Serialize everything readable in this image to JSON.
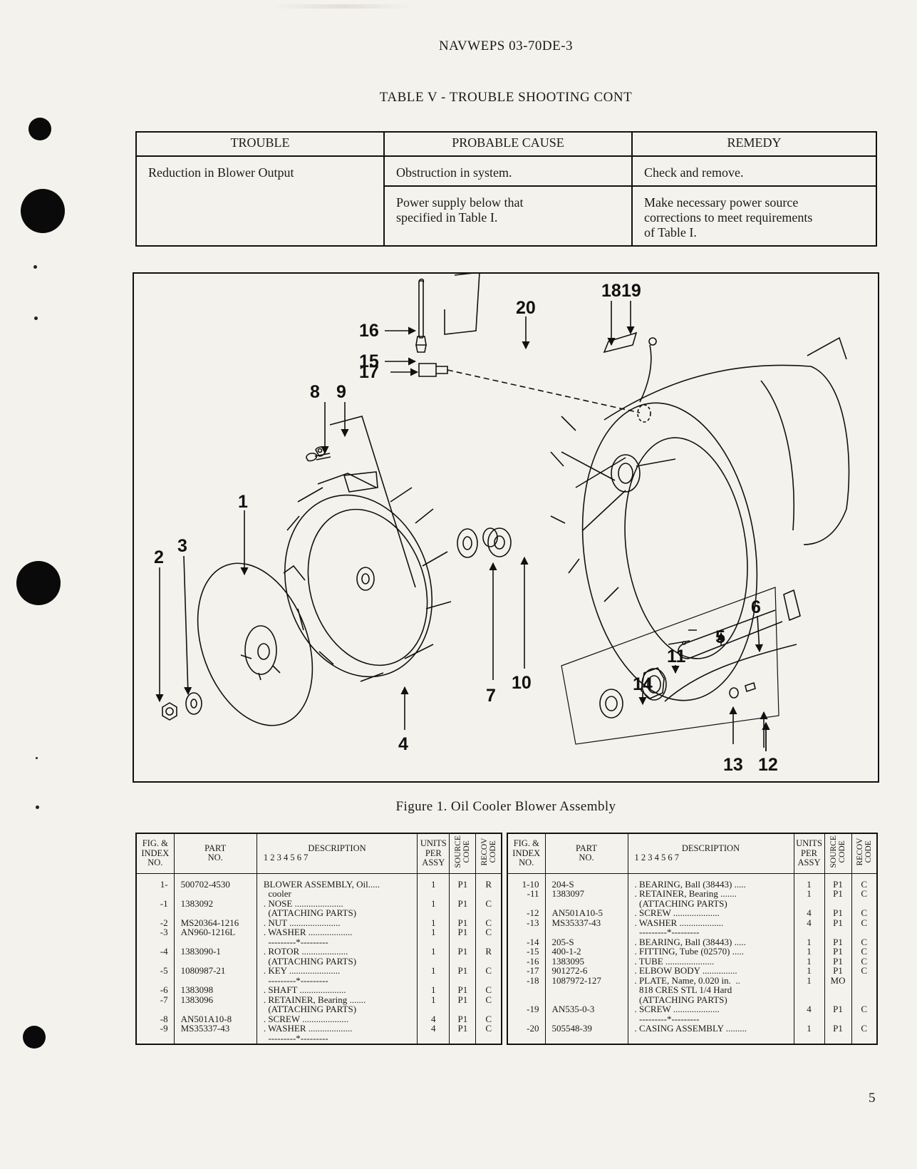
{
  "header": {
    "doc_id": "NAVWEPS 03-70DE-3",
    "table_title": "TABLE V - TROUBLE SHOOTING CONT"
  },
  "trouble_table": {
    "headers": [
      "TROUBLE",
      "PROBABLE CAUSE",
      "REMEDY"
    ],
    "trouble": "Reduction in Blower Output",
    "rows": [
      {
        "cause": "Obstruction in system.",
        "remedy": "Check and remove."
      },
      {
        "cause_lines": [
          "Power supply below that",
          "specified in Table I."
        ],
        "remedy_lines": [
          "Make necessary power source",
          "corrections to meet requirements",
          "of Table I."
        ]
      }
    ]
  },
  "figure": {
    "callouts": [
      "1",
      "2",
      "3",
      "4",
      "5",
      "6",
      "7",
      "8",
      "9",
      "10",
      "11",
      "12",
      "13",
      "14",
      "15",
      "16",
      "17",
      "18",
      "19",
      "20"
    ],
    "caption": "Figure 1.   Oil Cooler Blower Assembly"
  },
  "parts_list": {
    "headers": {
      "fig": [
        "FIG. &",
        "INDEX",
        "NO."
      ],
      "part": [
        "PART",
        "NO."
      ],
      "desc": "DESCRIPTION",
      "desc_cols": "1 2 3 4 5 6 7",
      "units": [
        "UNITS",
        "PER",
        "ASSY"
      ],
      "source": "SOURCE CODE",
      "recov": "RECOV CODE"
    },
    "left": {
      "idx": [
        "1-",
        "",
        "-1",
        "",
        "-2",
        "-3",
        "",
        "-4",
        "",
        "-5",
        "",
        "-6",
        "-7",
        "",
        "-8",
        "-9",
        ""
      ],
      "part": [
        "500702-4530",
        "",
        "1383092",
        "",
        "MS20364-1216",
        "AN960-1216L",
        "",
        "1383090-1",
        "",
        "1080987-21",
        "",
        "1383098",
        "1383096",
        "",
        "AN501A10-8",
        "MS35337-43",
        ""
      ],
      "desc": [
        "BLOWER ASSEMBLY, Oil.....",
        "  cooler",
        ". NOSE .....................",
        "  (ATTACHING PARTS)",
        ". NUT ......................",
        ". WASHER ...................",
        "  ---------*---------",
        ". ROTOR ....................",
        "  (ATTACHING PARTS)",
        ". KEY ......................",
        "  ---------*---------",
        ". SHAFT ....................",
        ". RETAINER, Bearing .......",
        "  (ATTACHING PARTS)",
        ". SCREW ....................",
        ". WASHER ...................",
        "  ---------*---------"
      ],
      "units": [
        "1",
        "",
        "1",
        "",
        "1",
        "1",
        "",
        "1",
        "",
        "1",
        "",
        "1",
        "1",
        "",
        "4",
        "4",
        ""
      ],
      "source": [
        "P1",
        "",
        "P1",
        "",
        "P1",
        "P1",
        "",
        "P1",
        "",
        "P1",
        "",
        "P1",
        "P1",
        "",
        "P1",
        "P1",
        ""
      ],
      "recov": [
        "R",
        "",
        "C",
        "",
        "C",
        "C",
        "",
        "R",
        "",
        "C",
        "",
        "C",
        "C",
        "",
        "C",
        "C",
        ""
      ]
    },
    "right": {
      "idx": [
        "1-10",
        "-11",
        "",
        "-12",
        "-13",
        "",
        "-14",
        "-15",
        "-16",
        "-17",
        "-18",
        "",
        "",
        "-19",
        "",
        "-20"
      ],
      "part": [
        "204-S",
        "1383097",
        "",
        "AN501A10-5",
        "MS35337-43",
        "",
        "205-S",
        "400-1-2",
        "1383095",
        "901272-6",
        "1087972-127",
        "",
        "",
        "AN535-0-3",
        "",
        "505548-39"
      ],
      "desc": [
        ". BEARING, Ball (38443) .....",
        ". RETAINER, Bearing .......",
        "  (ATTACHING PARTS)",
        ". SCREW ....................",
        ". WASHER ...................",
        "  ---------*---------",
        ". BEARING, Ball (38443) .....",
        ". FITTING, Tube (02570) .....",
        ". TUBE .....................",
        ". ELBOW BODY ...............",
        ". PLATE, Name, 0.020 in.  ..",
        "  818 CRES STL 1/4 Hard",
        "  (ATTACHING PARTS)",
        ". SCREW ....................",
        "  ---------*---------",
        ". CASING ASSEMBLY ........."
      ],
      "units": [
        "1",
        "1",
        "",
        "4",
        "4",
        "",
        "1",
        "1",
        "1",
        "1",
        "1",
        "",
        "",
        "4",
        "",
        "1"
      ],
      "source": [
        "P1",
        "P1",
        "",
        "P1",
        "P1",
        "",
        "P1",
        "P1",
        "P1",
        "P1",
        "MO",
        "",
        "",
        "P1",
        "",
        "P1"
      ],
      "recov": [
        "C",
        "C",
        "",
        "C",
        "C",
        "",
        "C",
        "C",
        "C",
        "C",
        "",
        "",
        "",
        "C",
        "",
        "C"
      ]
    }
  },
  "page_number": "5"
}
